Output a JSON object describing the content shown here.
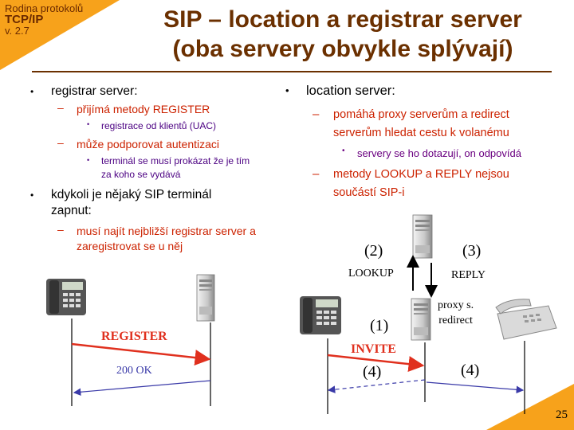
{
  "header": {
    "family_label": "Rodina protokolů",
    "family_name": "TCP/IP",
    "version": "v. 2.7",
    "title_line1": "SIP – location a registrar server",
    "title_line2": "(oba servery obvykle splývají)"
  },
  "left": {
    "b1": "registrar server:",
    "b1_s1": "přijímá metody REGISTER",
    "b1_s1_d1": "registrace od klientů (UAC)",
    "b1_s2": "může podporovat autentizaci",
    "b1_s2_d1_l1": "terminál se musí prokázat že je tím",
    "b1_s2_d1_l2": "za koho se vydává",
    "b2_l1": "kdykoli je nějaký SIP terminál",
    "b2_l2": "zapnut:",
    "b2_s1_l1": "musí najít nejbližší registrar server a",
    "b2_s1_l2": "zaregistrovat se u něj"
  },
  "right": {
    "b1": "location server:",
    "b1_s1_l1": "pomáhá proxy serverům a redirect",
    "b1_s1_l2": "serverům hledat cestu k volanému",
    "b1_s1_d1": "servery se ho dotazují, on odpovídá",
    "b1_s2_l1": "metody LOOKUP a REPLY nejsou",
    "b1_s2_l2": "součástí SIP-i"
  },
  "diagram_left": {
    "register_label": "REGISTER",
    "ok_label": "200 OK"
  },
  "diagram_right": {
    "step2": "(2)",
    "step3": "(3)",
    "lookup": "LOOKUP",
    "reply": "REPLY",
    "proxy_l1": "proxy s.",
    "proxy_l2": "redirect",
    "step1": "(1)",
    "invite": "INVITE",
    "step4a": "(4)",
    "step4b": "(4)"
  },
  "footer": {
    "page_number": "25"
  },
  "colors": {
    "accent": "#f7a21b",
    "title": "#6b3000",
    "red": "#cc2200",
    "blue": "#3a3aa8"
  }
}
